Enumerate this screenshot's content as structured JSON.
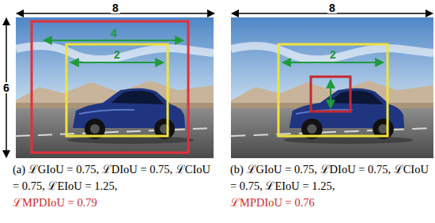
{
  "diagram": {
    "labels": [
      "8",
      "6",
      "4",
      "2",
      "(a) ℒGIoU = 0.75, ℒDIoU = 0.75, ℒCIoU = 0.75, ℒEIoU = 1.25,",
      "ℒMPDIoU = 0.79",
      "8",
      "2",
      "(b) ℒGIoU = 0.75, ℒDIoU = 0.75, ℒCIoU = 0.75, ℒEIoU = 1.25,",
      "ℒMPDIoU = 0.76"
    ]
  }
}
